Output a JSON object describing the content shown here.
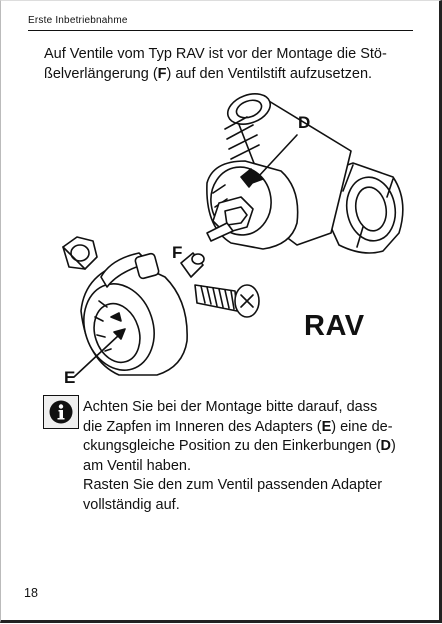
{
  "header": {
    "section_title": "Erste Inbetriebnahme"
  },
  "intro": {
    "line1": "Auf Ventile vom Typ RAV ist vor der Montage die Stö-",
    "line2_before": "ßelverlängerung (",
    "line2_bold": "F",
    "line2_after": ") auf den Ventilstift aufzusetzen."
  },
  "figure": {
    "callout_d": "D",
    "callout_f": "F",
    "callout_e": "E",
    "valve_type": "RAV"
  },
  "notice": {
    "icon": "info-icon",
    "line1": "Achten Sie bei der Montage bitte darauf, dass",
    "line2_before": "die Zapfen im Inneren des Adapters (",
    "line2_bold": "E",
    "line2_after": ") eine de-",
    "line3": "ckungsgleiche Position zu den Einkerbungen (",
    "line3_bold": "D",
    "line3_after": ")",
    "line4": "am Ventil haben.",
    "line5": "Rasten Sie den zum Ventil passenden Adapter",
    "line6": "vollständig auf."
  },
  "footer": {
    "page_number": "18"
  }
}
